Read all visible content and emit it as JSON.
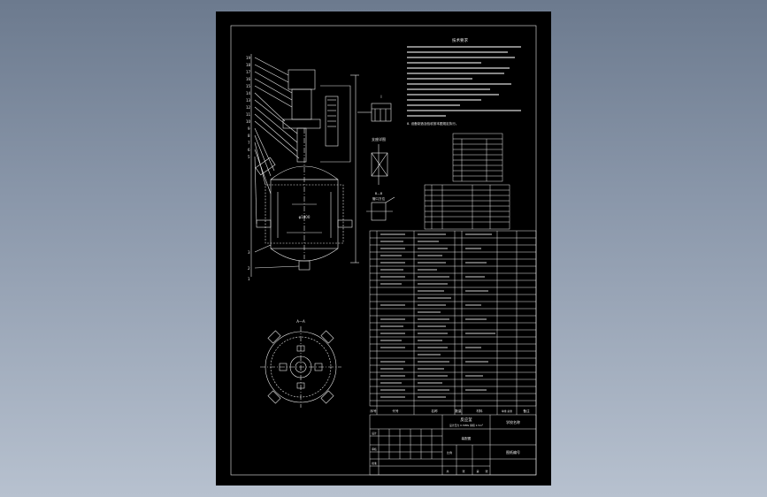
{
  "viewport": {
    "background_top": "#6c7a8e",
    "background_bottom": "#b7c1cf",
    "sheet_color": "#000000",
    "line_color": "#e8e8e8"
  },
  "notes": {
    "title": "技术要求",
    "final_line": "8. 设备制造及验收按本图规定执行。"
  },
  "sections": {
    "top_view_title": "A—A",
    "detail_title": "I",
    "nozzle_title": "支座详图",
    "pipe_title": "B—B",
    "pipe_subtitle": "管口方位",
    "vessel_label": "φ1000"
  },
  "parts_header": {
    "no": "序号",
    "code": "代号",
    "name": "名称",
    "qty": "数量",
    "material": "材料",
    "weight": "单重 总重",
    "remark": "备注"
  },
  "title_block": {
    "main_title": "反应釜",
    "subtitle": "设计压力 0.3MPa 容积 1.5m³",
    "scale_label": "比例",
    "drawing_label": "装配图",
    "company": "学校名称",
    "design_label": "设计",
    "check_label": "审核",
    "approve_label": "批准",
    "sheet_no": "图纸编号",
    "units": [
      "共",
      "张",
      "第",
      "张"
    ]
  }
}
